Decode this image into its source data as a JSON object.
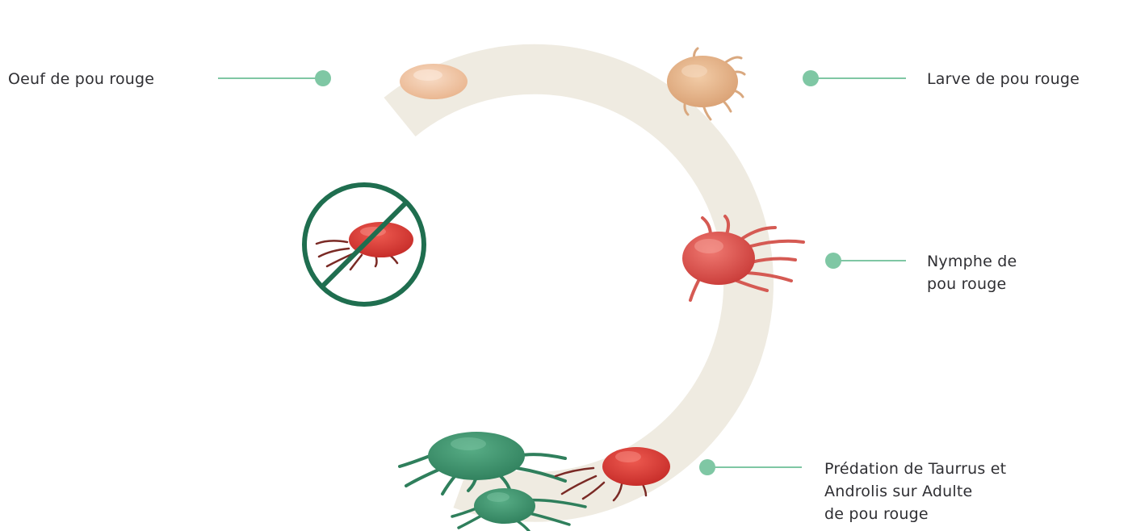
{
  "stages": {
    "egg": {
      "label": "Oeuf de pou rouge"
    },
    "larva": {
      "label": "Larve de pou rouge"
    },
    "nymph": {
      "lines": [
        "Nymphe de",
        "pou rouge"
      ]
    },
    "adult": {
      "lines": [
        "Prédation de Taurrus et",
        "Androlis sur Adulte",
        "de pou rouge"
      ]
    }
  },
  "colors": {
    "ring": "#efebe1",
    "connector": "#7fc7a4",
    "no_symbol": "#1f6e4f",
    "mite_red": "#d94545",
    "egg": "#f1c6a4",
    "larva": "#e8b991",
    "predator": "#3c9670"
  }
}
